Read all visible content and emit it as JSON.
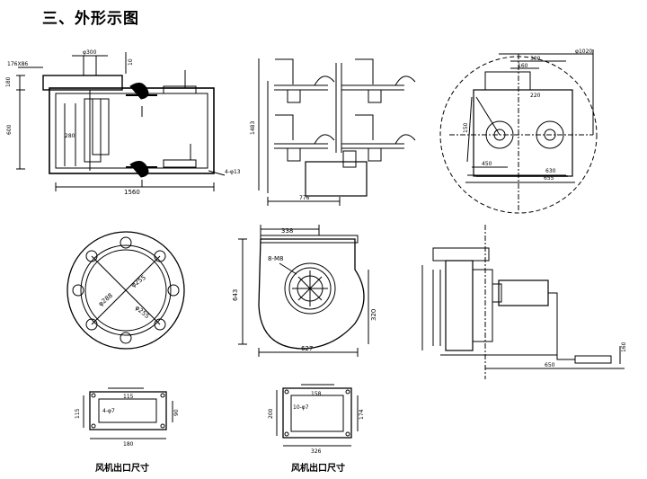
{
  "title": "三、外形示图",
  "captions": {
    "outlet_left": "风机出口尺寸",
    "outlet_right": "风机出口尺寸"
  },
  "top_left": {
    "flange": "176X86",
    "height_top": "180",
    "height_main": "600",
    "dia_top": "φ300",
    "side_dim": "10",
    "inner_dim": "280",
    "width": "1560",
    "holes": "4-φ13"
  },
  "top_mid": {
    "height": "1483",
    "width": "776"
  },
  "top_right": {
    "dia": "φ1020",
    "d1": "300",
    "d2": "160",
    "d3": "150",
    "d4": "630",
    "d5": "655",
    "d6": "450",
    "d7": "220"
  },
  "round_flange": {
    "bolt_circle": "φ288",
    "inner": "φ255",
    "outer": "φ255"
  },
  "volute": {
    "top": "338",
    "bolts": "8-M8",
    "height": "643",
    "right": "320",
    "width": "627"
  },
  "side_view": {
    "bottom": "650",
    "right": "160"
  },
  "outlet_left": {
    "w_inner": "115",
    "holes": "4-φ7",
    "h_left": "115",
    "h_right": "90",
    "bottom": "180"
  },
  "outlet_right": {
    "w_inner": "158",
    "holes": "10-φ7",
    "h_left": "200",
    "h_right": "174",
    "bottom": "326"
  }
}
